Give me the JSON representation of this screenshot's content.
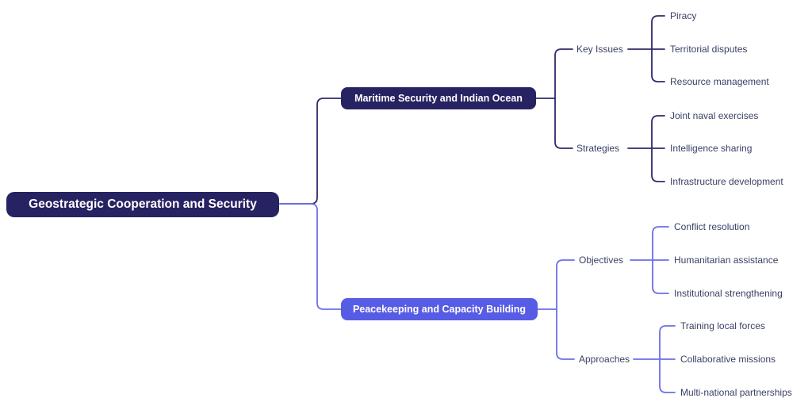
{
  "colors": {
    "background": "#ffffff",
    "navy_node": "#272362",
    "navy_line": "#2e2a6d",
    "indigo_node": "#575ce4",
    "indigo_line": "#6b6fe9",
    "label_text": "#3b4065",
    "node_text": "#ffffff"
  },
  "mindmap": {
    "root": {
      "label": "Geostrategic Cooperation and Security"
    },
    "branches": [
      {
        "label": "Maritime Security and Indian Ocean",
        "groups": [
          {
            "label": "Key Issues",
            "children": [
              "Piracy",
              "Territorial disputes",
              "Resource management"
            ]
          },
          {
            "label": "Strategies",
            "children": [
              "Joint naval exercises",
              "Intelligence sharing",
              "Infrastructure development"
            ]
          }
        ]
      },
      {
        "label": "Peacekeeping and Capacity Building",
        "groups": [
          {
            "label": "Objectives",
            "children": [
              "Conflict resolution",
              "Humanitarian assistance",
              "Institutional strengthening"
            ]
          },
          {
            "label": "Approaches",
            "children": [
              "Training local forces",
              "Collaborative missions",
              "Multi-national partnerships"
            ]
          }
        ]
      }
    ]
  }
}
